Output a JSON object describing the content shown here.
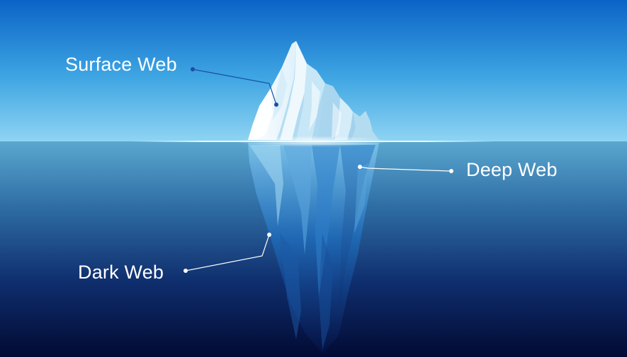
{
  "labels": {
    "surface": "Surface Web",
    "deep": "Deep Web",
    "dark": "Dark Web"
  },
  "colors": {
    "sky_top": "#0a63c6",
    "sky_horizon": "#8fd4f3",
    "water_top": "#5aa7cf",
    "water_bottom": "#020a33",
    "surface_pointer": "#1b4fa0",
    "underwater_pointer": "#ffffff"
  }
}
